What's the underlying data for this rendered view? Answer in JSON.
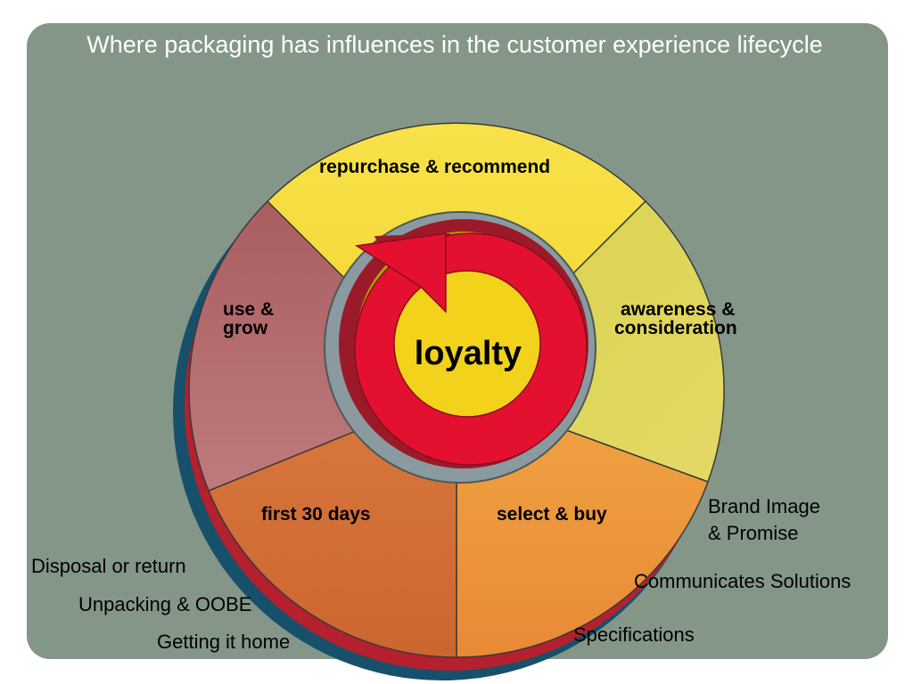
{
  "title": "Where packaging has influences in the customer experience lifecycle",
  "center_label": "loyalty",
  "segments": {
    "repurchase": "repurchase & recommend",
    "awareness_line1": "awareness &",
    "awareness_line2": "consideration",
    "select": "select & buy",
    "first30": "first 30 days",
    "use_line1": "use &",
    "use_line2": "grow"
  },
  "notes": {
    "brand_line1": "Brand Image",
    "brand_line2": "& Promise",
    "communicates": "Communicates Solutions",
    "specifications": "Specifications",
    "disposal": "Disposal or return",
    "unpacking": "Unpacking & OOBE",
    "getting_home": "Getting it home"
  },
  "colors": {
    "panel": "#849688",
    "repurchase": "#F6DA3A",
    "awareness": "#DDD45A",
    "select": "#EE9A3E",
    "first30": "#D4703A",
    "use": "#B76A6E",
    "arrow": "#E3112F",
    "center": "#F2D21A"
  }
}
